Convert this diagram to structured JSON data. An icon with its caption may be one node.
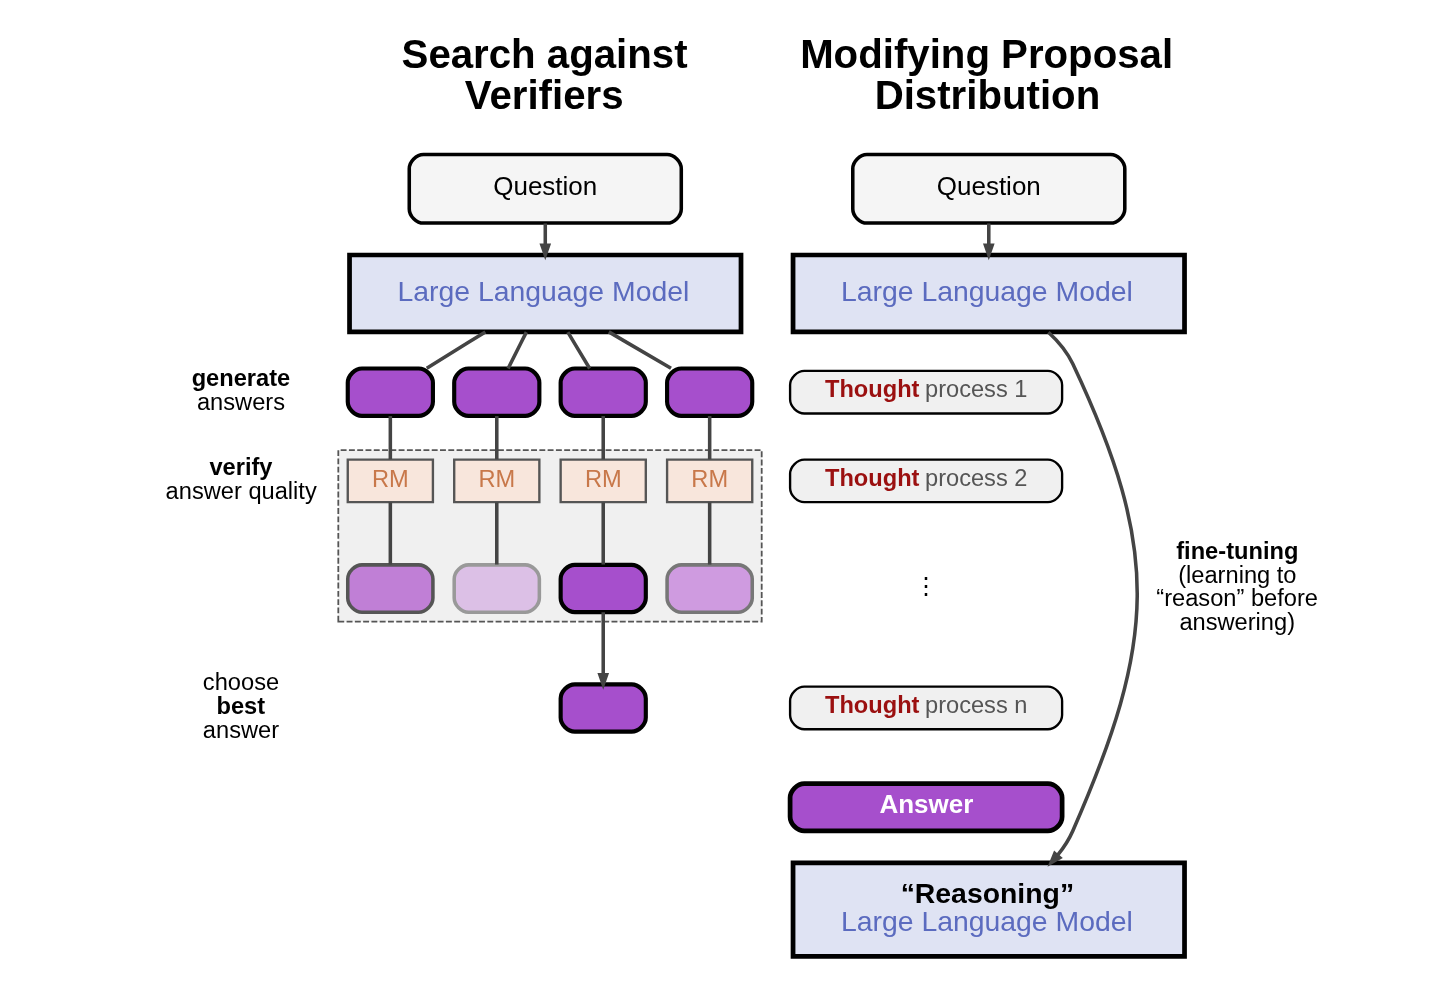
{
  "diagram": {
    "nodes": [
      {
        "text": [
          "Question"
        ]
      },
      {
        "text": [
          "Large Language Model"
        ]
      },
      {
        "text": [],
        "shape": "box"
      },
      {
        "text": [],
        "shape": "box"
      },
      {
        "text": [],
        "shape": "box"
      },
      {
        "text": [],
        "shape": "box"
      },
      {
        "text": [],
        "shape": "box"
      },
      {
        "text": [
          "RM"
        ],
        "in": 6
      },
      {
        "text": [
          "RM"
        ],
        "in": 6
      },
      {
        "text": [
          "RM"
        ],
        "in": 6
      },
      {
        "text": [
          "RM"
        ],
        "in": 6
      },
      {
        "text": [],
        "shape": "box",
        "in": 6
      },
      {
        "text": [],
        "shape": "box",
        "in": 6
      },
      {
        "text": [],
        "shape": "box",
        "in": 6
      },
      {
        "text": [],
        "shape": "box",
        "in": 6
      },
      {
        "text": [],
        "shape": "box"
      },
      {
        "text": [
          "Question"
        ]
      },
      {
        "text": [
          "Large Language Model"
        ]
      },
      {
        "text": [
          "**Thought** process 1"
        ]
      },
      {
        "text": [
          "**Thought** process 2"
        ]
      },
      {
        "text": [
          "**Thought** process n"
        ]
      },
      {
        "text": [
          "Answer"
        ]
      },
      {
        "text": [
          "“Reasoning”",
          "Large Language Model"
        ]
      }
    ],
    "edges": [
      {
        "from": 0,
        "to": 1,
        "arrow": "to"
      },
      {
        "from": 1,
        "to": 2,
        "arrow": "none"
      },
      {
        "from": 1,
        "to": 3,
        "arrow": "none"
      },
      {
        "from": 1,
        "to": 4,
        "arrow": "none"
      },
      {
        "from": 1,
        "to": 5,
        "arrow": "none"
      },
      {
        "from": 2,
        "to": 7,
        "arrow": "none"
      },
      {
        "from": 3,
        "to": 8,
        "arrow": "none"
      },
      {
        "from": 4,
        "to": 9,
        "arrow": "none"
      },
      {
        "from": 5,
        "to": 10,
        "arrow": "none"
      },
      {
        "from": 7,
        "to": 11,
        "arrow": "none"
      },
      {
        "from": 8,
        "to": 12,
        "arrow": "none"
      },
      {
        "from": 9,
        "to": 13,
        "arrow": "none"
      },
      {
        "from": 10,
        "to": 14,
        "arrow": "none"
      },
      {
        "from": 13,
        "to": 15,
        "arrow": "to"
      },
      {
        "from": 16,
        "to": 17,
        "arrow": "to"
      },
      {
        "from": 17,
        "to": 22,
        "arrow": "to",
        "label": "**fine-tuning** (learning to “reason” before answering)"
      }
    ],
    "labels": [
      "Search against Verifiers",
      "Modifying Proposal Distribution",
      "**generate** answers",
      "**verify** answer quality",
      "⋮",
      "choose **best** answer"
    ]
  }
}
